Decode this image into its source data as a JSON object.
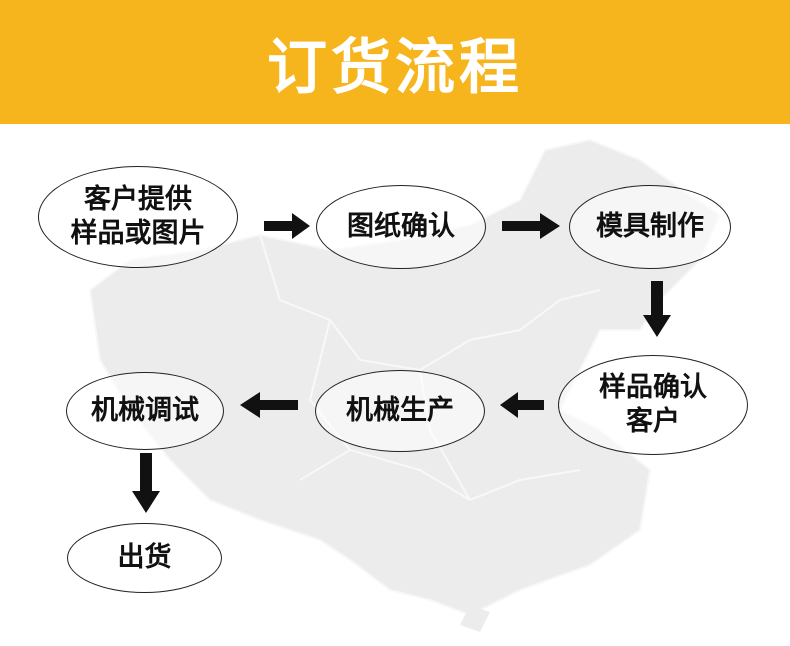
{
  "header": {
    "title": "订货流程"
  },
  "colors": {
    "header_bg": "#f6b51c",
    "title": "#ffffff",
    "map": "#ececec",
    "arrow": "#111111"
  },
  "nodes": {
    "provide_samples": "客户提供\n样品或图片",
    "drawing_confirm": "图纸确认",
    "mold_making": "模具制作",
    "sample_confirm": "样品确认\n客户",
    "machine_production": "机械生产",
    "machine_debug": "机械调试",
    "shipment": "出货"
  }
}
